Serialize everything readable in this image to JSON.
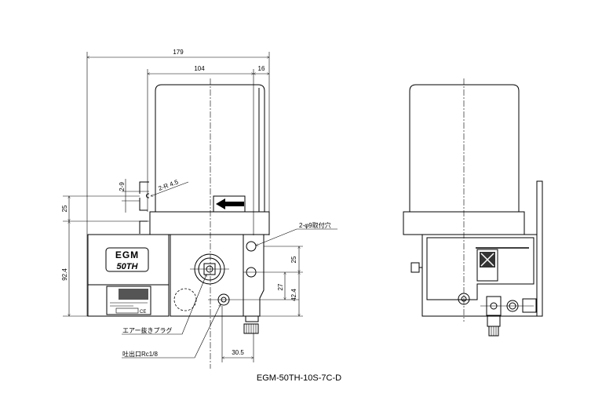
{
  "dimensions": {
    "overall_width": "179",
    "tank_width": "104",
    "offset_right": "16",
    "slot_width": "2-9",
    "slot_radius": "2-R  4.5",
    "flange_height": "25",
    "body_height": "92.4",
    "mount_hole_pitch": "25",
    "outlet_height": "27",
    "mount_hole_height": "42.4",
    "outlet_offset": "30.5"
  },
  "callouts": {
    "mount_holes": "2-φ9取付穴",
    "air_vent_plug": "エアー抜きプラグ",
    "outlet_port": "吐出口Rc1/8"
  },
  "logo": {
    "line1": "EGM",
    "line2": "50TH"
  },
  "model_caption": "EGM-50TH-10S-7C-D"
}
